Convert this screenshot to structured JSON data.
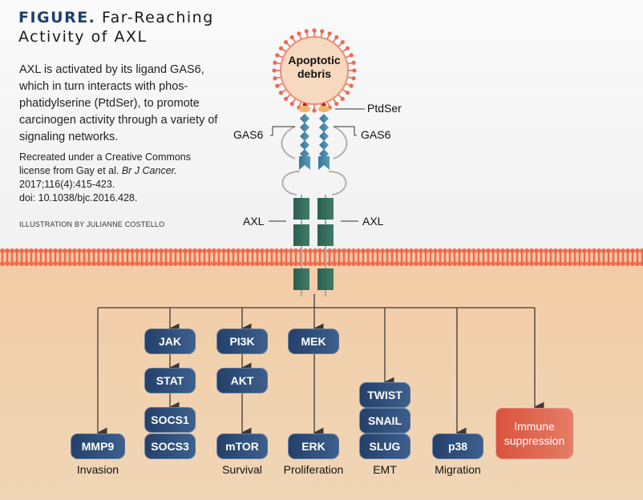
{
  "figure": {
    "title_prefix": "FIGURE.",
    "title_line1": " Far-Reaching",
    "title_line2": "Activity of AXL",
    "intro": "AXL is activated by its ligand GAS6, which in turn interacts with phos-phatidylserine (PtdSer), to promote carcinogen activity through a variety of signaling networks.",
    "citation_line1": "Recreated under a Creative Commons",
    "citation_line2_prefix": "license from Gay et al. ",
    "citation_journal": "Br J Cancer.",
    "citation_line3": "2017;116(4):415-423.",
    "citation_line4": "doi: 10.1038/bjc.2016.428.",
    "credit": "ILLUSTRATION BY JULIANNE COSTELLO"
  },
  "receptor": {
    "debris_line1": "Apoptotic",
    "debris_line2": "debris",
    "ptdser": "PtdSer",
    "gas6_left": "GAS6",
    "gas6_right": "GAS6",
    "axl_left": "AXL",
    "axl_right": "AXL"
  },
  "colors": {
    "node_blue": "#2e4c78",
    "node_red": "#dd5d45",
    "membrane": "#ee6a4e",
    "cytoplasm": "#f2cfaa",
    "axl_green": "#2f6b57",
    "gas6_blue": "#4a87a8"
  },
  "pathways": {
    "mmp9": "MMP9",
    "jak": "JAK",
    "stat": "STAT",
    "socs1": "SOCS1",
    "socs3": "SOCS3",
    "pi3k": "PI3K",
    "akt": "AKT",
    "mtor": "mTOR",
    "mek": "MEK",
    "erk": "ERK",
    "twist": "TWIST",
    "snail": "SNAIL",
    "slug": "SLUG",
    "p38": "p38",
    "immune_line1": "Immune",
    "immune_line2": "suppression"
  },
  "outcomes": {
    "invasion": "Invasion",
    "survival": "Survival",
    "proliferation": "Proliferation",
    "emt": "EMT",
    "migration": "Migration"
  }
}
